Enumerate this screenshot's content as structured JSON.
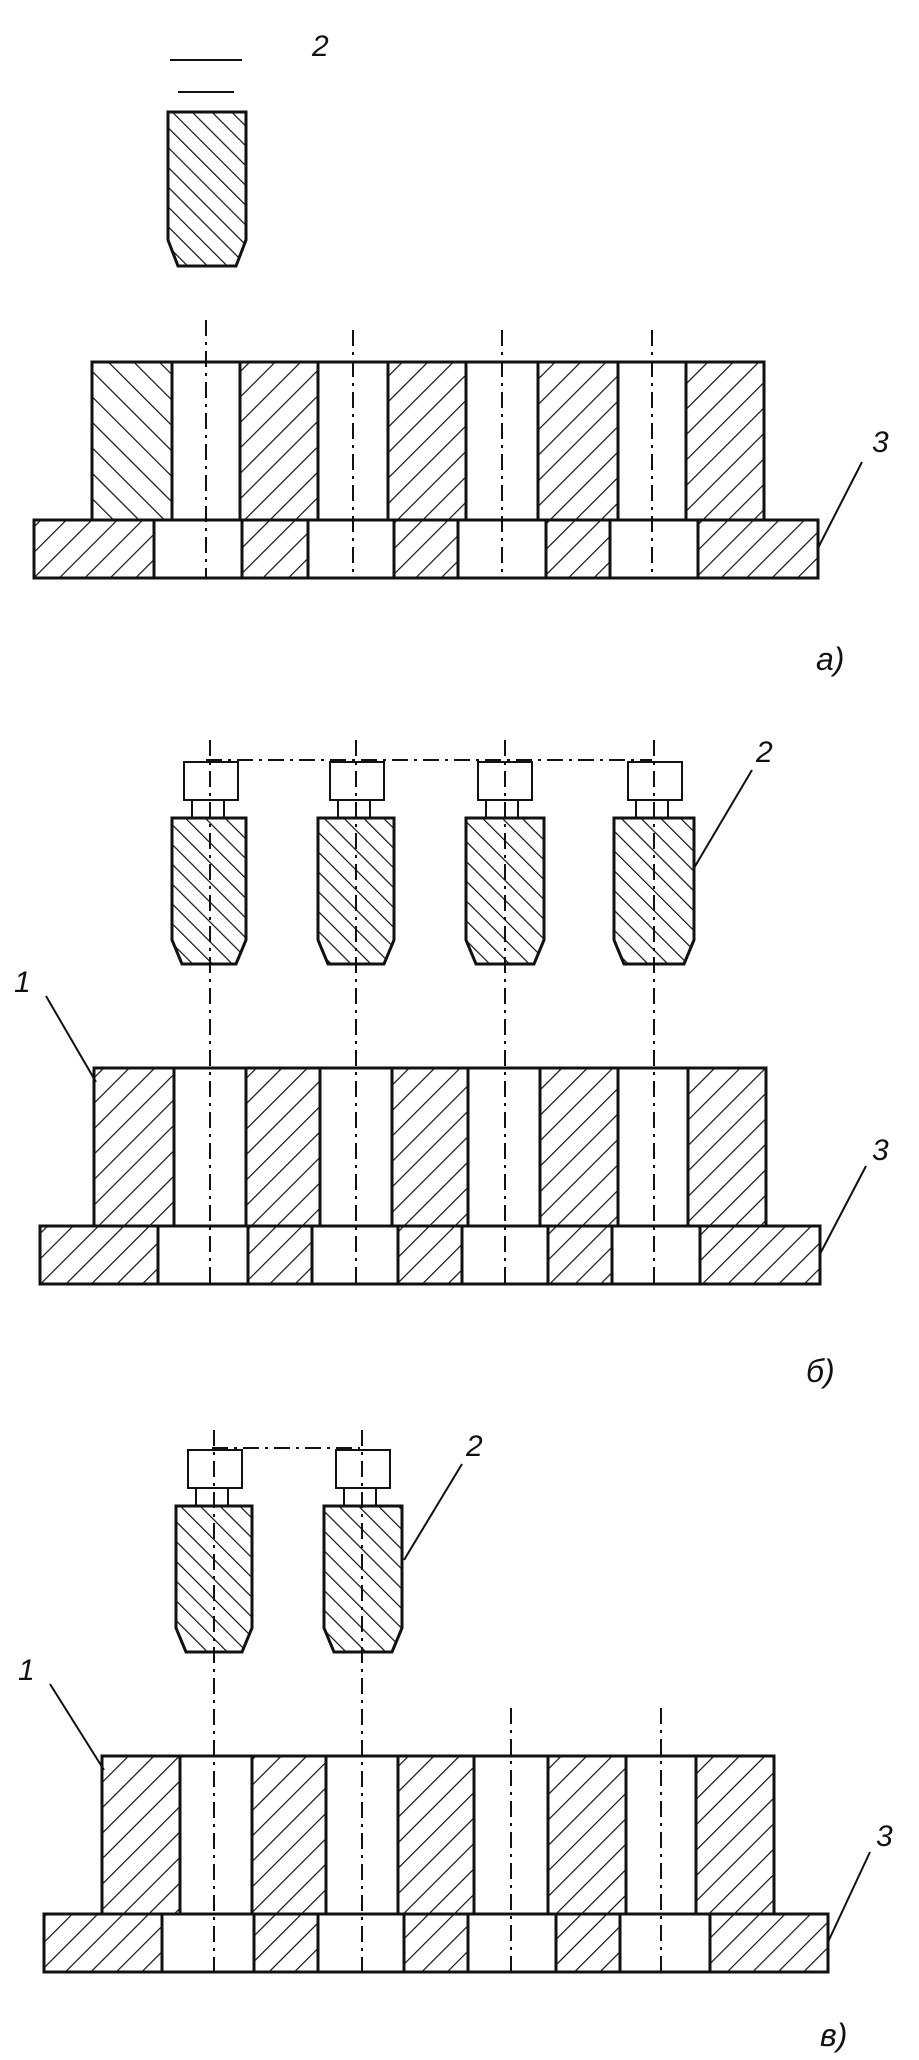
{
  "colors": {
    "ink": "#111111",
    "background": "#ffffff"
  },
  "views": [
    {
      "id": "a",
      "caption": "а)",
      "labels": {
        "part1": "",
        "part2": "2",
        "part3": "3"
      }
    },
    {
      "id": "b",
      "caption": "б)",
      "labels": {
        "part1": "1",
        "part2": "2",
        "part3": "3"
      }
    },
    {
      "id": "v",
      "caption": "в)",
      "labels": {
        "part1": "1",
        "part2": "2",
        "part3": "3"
      }
    }
  ]
}
